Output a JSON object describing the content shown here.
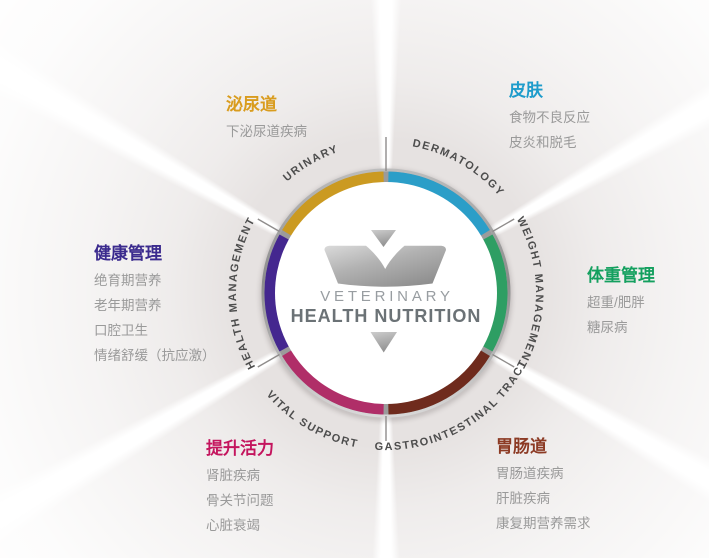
{
  "center": {
    "brand_line1": "VETERINARY",
    "brand_line2": "HEALTH NUTRITION"
  },
  "segments": [
    {
      "id": "urinary",
      "en": "URINARY",
      "zh": "泌尿道",
      "ring_color": "#cb9a21",
      "heading_color": "#d99c1e",
      "items": [
        "下泌尿道疾病"
      ]
    },
    {
      "id": "dermatology",
      "en": "DERMATOLOGY",
      "zh": "皮肤",
      "ring_color": "#2b9ec8",
      "heading_color": "#1e9ccb",
      "items": [
        "食物不良反应",
        "皮炎和脱毛"
      ]
    },
    {
      "id": "weight-management",
      "en": "WEIGHT MANAGEMENT",
      "zh": "体重管理",
      "ring_color": "#2e9e63",
      "heading_color": "#14a05f",
      "items": [
        "超重/肥胖",
        "糖尿病"
      ]
    },
    {
      "id": "gastrointestinal-tract",
      "en": "GASTROINTESTINAL TRACT",
      "zh": "胃肠道",
      "ring_color": "#6f2b1d",
      "heading_color": "#8c3a24",
      "items": [
        "胃肠道疾病",
        "肝脏疾病",
        "康复期营养需求"
      ]
    },
    {
      "id": "vital-support",
      "en": "VITAL SUPPORT",
      "zh": "提升活力",
      "ring_color": "#b02e68",
      "heading_color": "#c4155e",
      "items": [
        "肾脏疾病",
        "骨关节问题",
        "心脏衰竭"
      ]
    },
    {
      "id": "health-management",
      "en": "HEALTH MANAGEMENT",
      "zh": "健康管理",
      "ring_color": "#44278f",
      "heading_color": "#3b2b8e",
      "items": [
        "绝育期营养",
        "老年期营养",
        "口腔卫生",
        "情绪舒缓（抗应激）"
      ]
    }
  ]
}
